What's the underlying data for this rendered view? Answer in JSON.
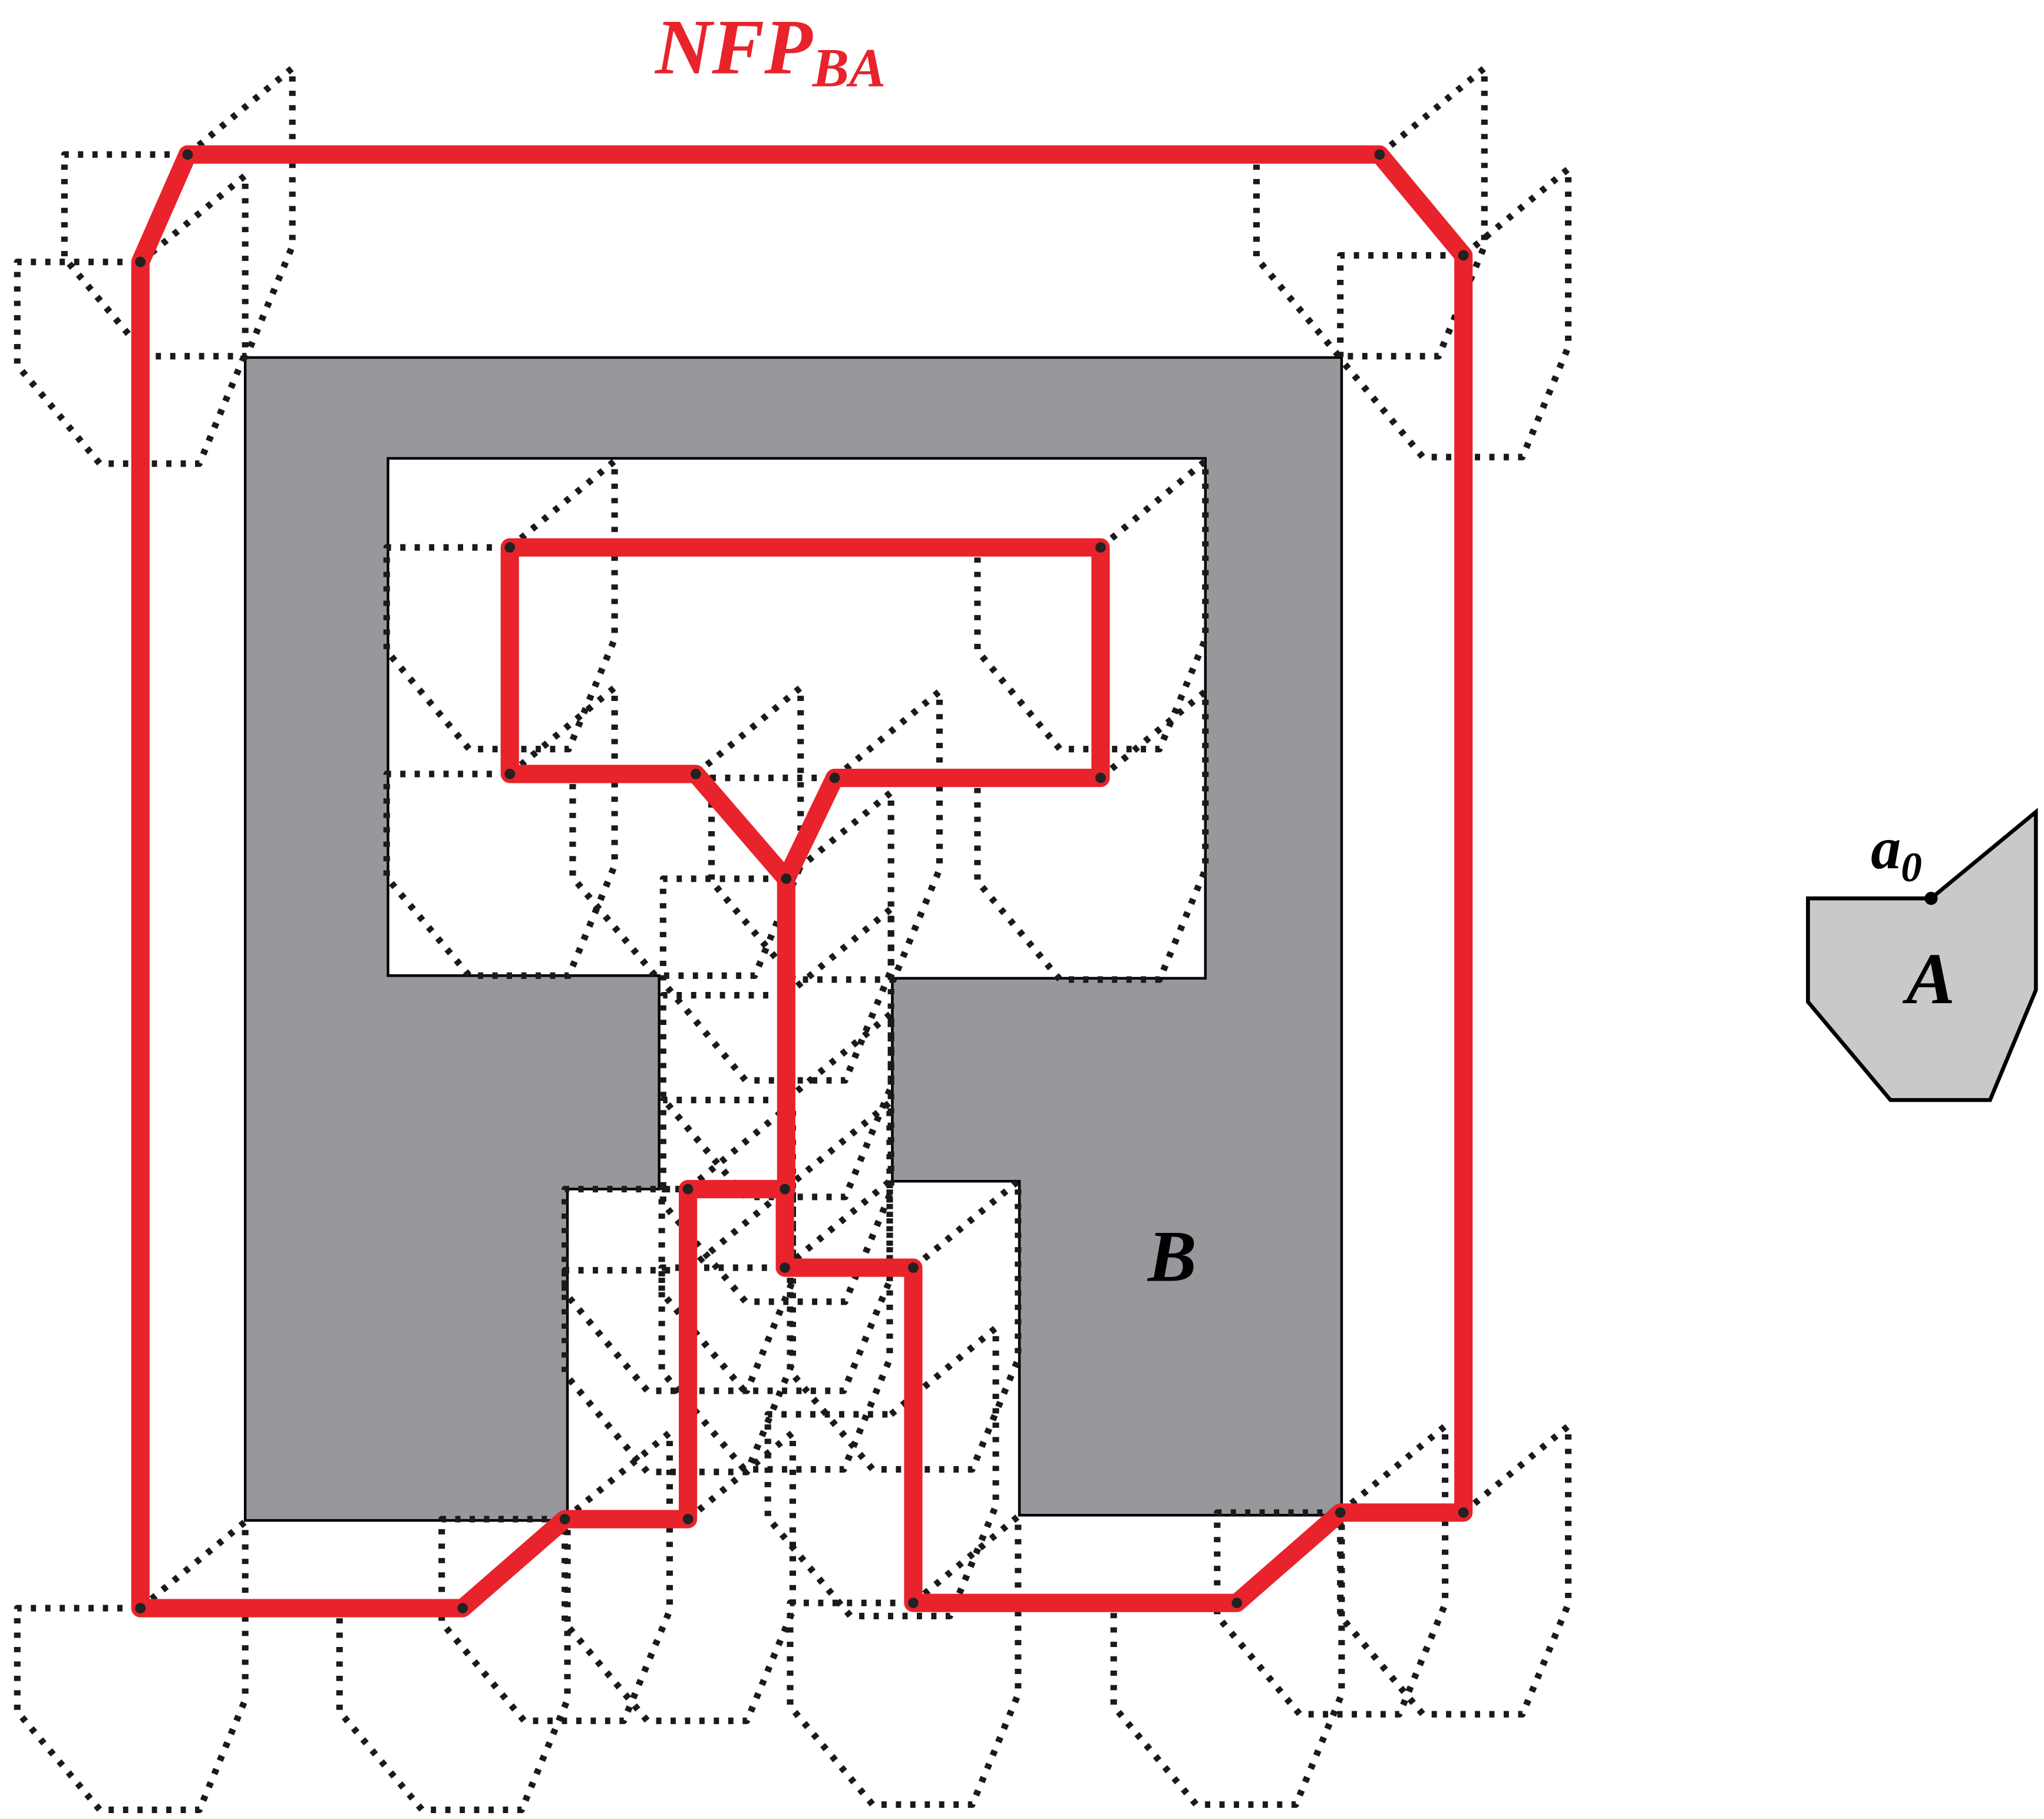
{
  "labels": {
    "nfp_main": "NFP",
    "nfp_sub": "BA",
    "polygon_b": "B",
    "polygon_a": "A",
    "ref_point_main": "a",
    "ref_point_sub": "0"
  },
  "colors": {
    "nfp": "#e8232b",
    "polygon_b_fill": "#96989c",
    "polygon_a_fill": "#c8c9cb",
    "outline": "#000000"
  }
}
